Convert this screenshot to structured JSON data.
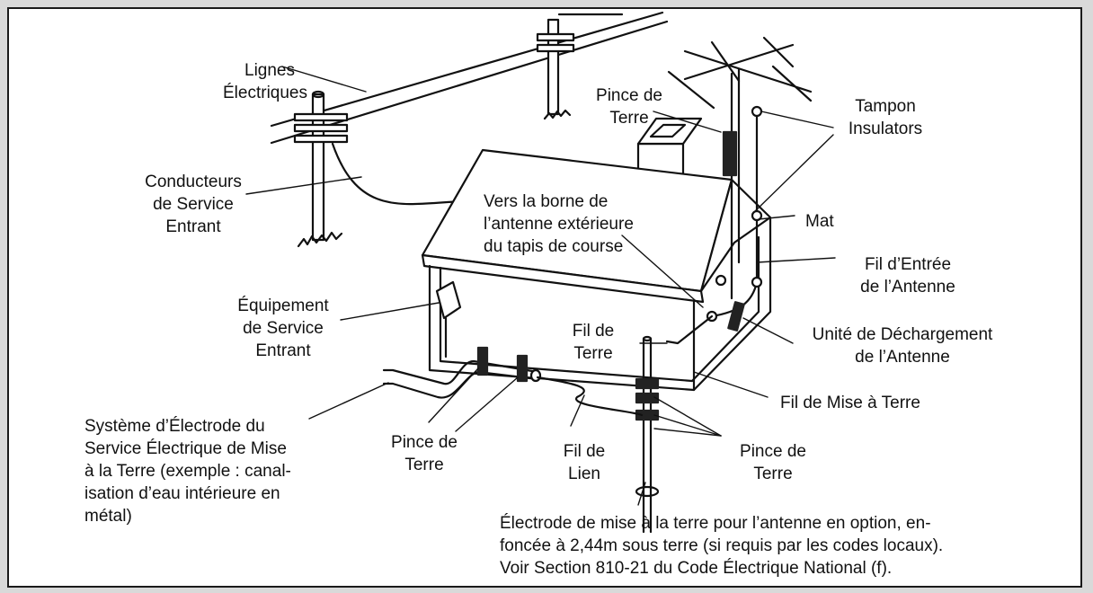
{
  "labels": {
    "power_lines": "Lignes\nÉlectriques",
    "service_conductors": "Conducteurs\nde Service\nEntrant",
    "ground_clamp_top": "Pince de\nTerre",
    "insulators": "Tampon\nInsulators",
    "antenna_terminal": "Vers la borne de\nl’antenne extérieure\ndu tapis de course",
    "mast": "Mat",
    "lead_in_wire": "Fil d’Entrée\nde l’Antenne",
    "service_equipment": "Équipement\nde Service\nEntrant",
    "ground_wire": "Fil de\nTerre",
    "discharge_unit": "Unité de Déchargement\nde l’Antenne",
    "grounding_conductor": "Fil de Mise à Terre",
    "electrode_system": "Système d’Électrode du\nService Électrique de Mise\nà la Terre (exemple : canal-\nisation d’eau intérieure en\nmétal)",
    "ground_clamp_left": "Pince de\nTerre",
    "bonding_wire": "Fil de\nLien",
    "ground_clamps_right": "Pince de\nTerre",
    "optional_electrode": "Électrode de mise à la terre pour l’antenne en option, en-\nfoncée à 2,44m sous terre (si requis par les codes locaux).\nVoir Section 810-21 du Code Électrique National (f)."
  },
  "colors": {
    "ink": "#111111",
    "frame_bg": "#ffffff",
    "page_bg": "#d9d9d9",
    "clamp": "#222222"
  }
}
